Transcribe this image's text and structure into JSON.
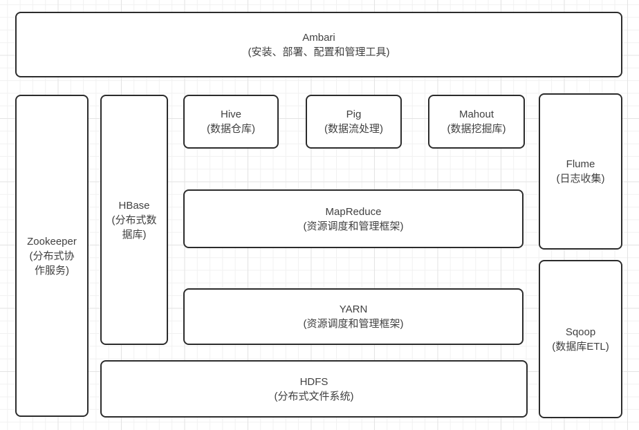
{
  "diagram": {
    "description": "Hadoop ecosystem architecture diagram on a grid canvas",
    "nodes": [
      {
        "id": "ambari",
        "name": "Ambari",
        "subtitle": "(安装、部署、配置和管理工具)"
      },
      {
        "id": "zookeeper",
        "name": "Zookeeper",
        "subtitle": "(分布式协作服务)"
      },
      {
        "id": "hbase",
        "name": "HBase",
        "subtitle": "(分布式数据库)"
      },
      {
        "id": "hive",
        "name": "Hive",
        "subtitle": "(数据仓库)"
      },
      {
        "id": "pig",
        "name": "Pig",
        "subtitle": "(数据流处理)"
      },
      {
        "id": "mahout",
        "name": "Mahout",
        "subtitle": "(数据挖掘库)"
      },
      {
        "id": "flume",
        "name": "Flume",
        "subtitle": "(日志收集)"
      },
      {
        "id": "mapreduce",
        "name": "MapReduce",
        "subtitle": "(资源调度和管理框架)"
      },
      {
        "id": "yarn",
        "name": "YARN",
        "subtitle": "(资源调度和管理框架)"
      },
      {
        "id": "hdfs",
        "name": "HDFS",
        "subtitle": "(分布式文件系统)"
      },
      {
        "id": "sqoop",
        "name": "Sqoop",
        "subtitle": "(数据库ETL)"
      }
    ],
    "colors": {
      "node_border": "#2b2b2b",
      "node_fill": "#ffffff",
      "text": "#404040",
      "grid_minor": "#f1f1f1",
      "grid_major": "#e3e3e3",
      "background": "#ffffff"
    }
  }
}
